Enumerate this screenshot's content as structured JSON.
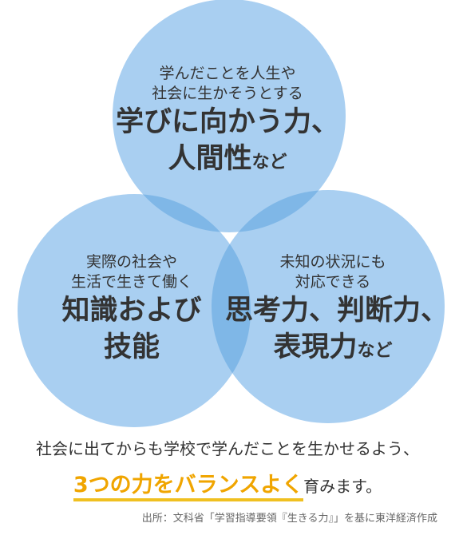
{
  "colors": {
    "circle_fill": "#a9cff1",
    "overlap_fill": "#5ea3df",
    "text": "#333333",
    "highlight": "#f0a500",
    "underline": "#f0c020"
  },
  "circles": {
    "top": {
      "sub_line1": "学んだことを人生や",
      "sub_line2": "社会に生かそうとする",
      "main_line1": "学びに向かう力、",
      "main_line2": "人間性",
      "main_line2_suffix": "など"
    },
    "left": {
      "sub_line1": "実際の社会や",
      "sub_line2": "生活で生きて働く",
      "main_line1": "知識および",
      "main_line2": "技能"
    },
    "right": {
      "sub_line1": "未知の状況にも",
      "sub_line2": "対応できる",
      "main_line1": "思考力、判断力、",
      "main_line2": "表現力",
      "main_line2_suffix": "など"
    }
  },
  "message": {
    "line1": "社会に出てからも学校で学んだことを生かせるよう、",
    "highlight": "3つの力をバランスよく",
    "tail": "育みます。"
  },
  "source": "出所：文科省「学習指導要領『生きる力』」を基に東洋経済作成"
}
